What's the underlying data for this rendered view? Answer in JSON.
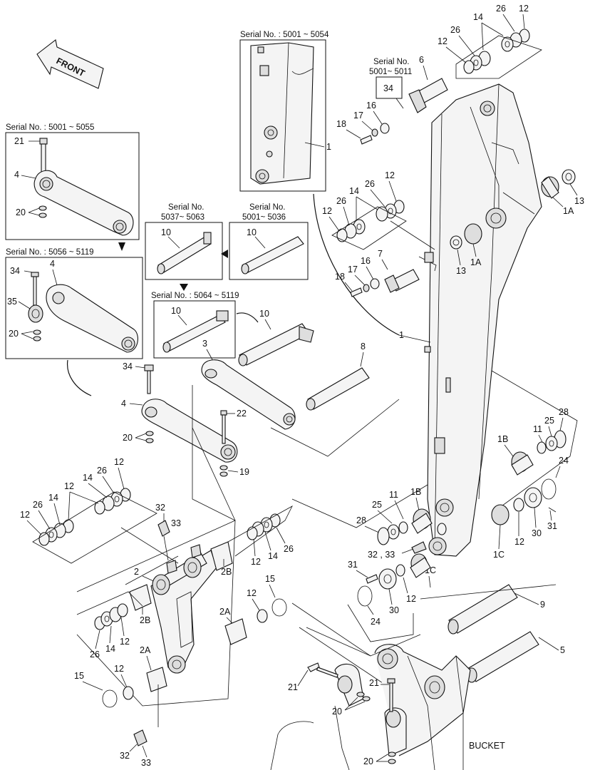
{
  "direction_label": "FRONT",
  "bucket_label": "BUCKET",
  "serial_boxes": {
    "s5001_5054": "Serial No. : 5001 ~ 5054",
    "s5001_5055": "Serial No. : 5001 ~ 5055",
    "s5056_5119": "Serial No. : 5056 ~ 5119",
    "s5037_line1": "Serial No.",
    "s5037_line2": "5037~ 5063",
    "s5001_5036_line1": "Serial No.",
    "s5001_5036_line2": "5001~ 5036",
    "s5064_5119": "Serial No. : 5064 ~ 5119",
    "s5001_5011_line1": "Serial No.",
    "s5001_5011_line2": "5001~ 5011"
  },
  "part_labels": {
    "p1": "1",
    "p1A": "1A",
    "p1B": "1B",
    "p1C": "1C",
    "p2": "2",
    "p2A": "2A",
    "p2B": "2B",
    "p3": "3",
    "p4": "4",
    "p5": "5",
    "p6": "6",
    "p7": "7",
    "p8": "8",
    "p9": "9",
    "p10": "10",
    "p11": "11",
    "p12": "12",
    "p13": "13",
    "p14": "14",
    "p15": "15",
    "p16": "16",
    "p17": "17",
    "p18": "18",
    "p19": "19",
    "p20": "20",
    "p21": "21",
    "p22": "22",
    "p24": "24",
    "p25": "25",
    "p26": "26",
    "p28": "28",
    "p30": "30",
    "p31": "31",
    "p32": "32",
    "p33": "33",
    "p3233": "32 , 33",
    "p34": "34",
    "p35": "35"
  }
}
